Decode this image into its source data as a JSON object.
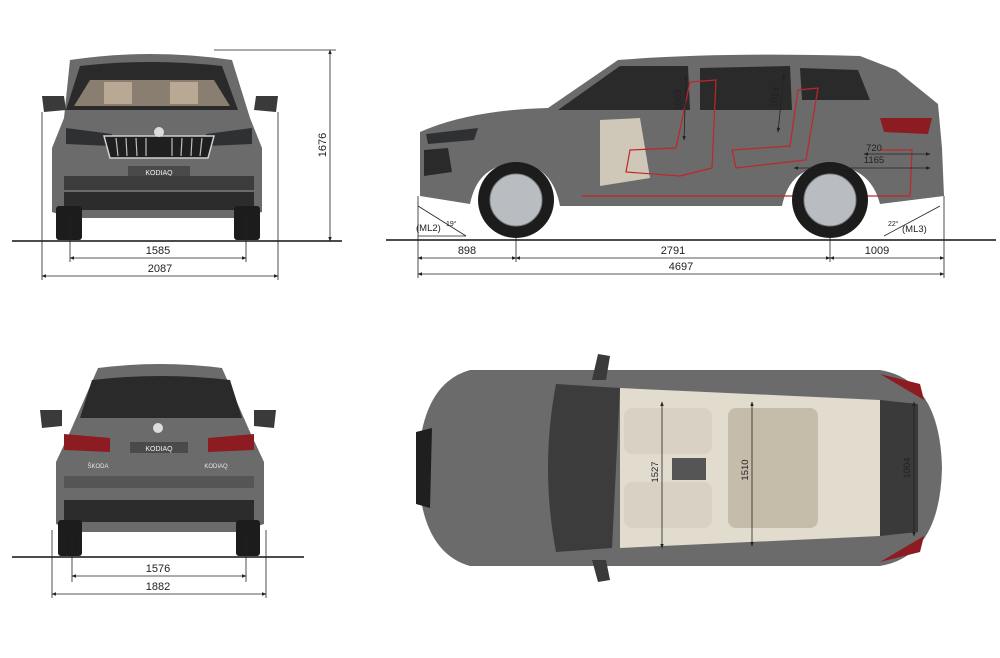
{
  "colors": {
    "body": "#6b6b6b",
    "interior_outline": "#c0262b",
    "lines": "#222222"
  },
  "front_view": {
    "badge": "KODIAQ",
    "track_front": "1585",
    "overall_width": "2087",
    "height": "1676"
  },
  "side_view": {
    "legroom_front": "1059",
    "legroom_rear": "1014",
    "luggage_min": "720",
    "luggage_max": "1165",
    "angle_front_label": "(ML2)",
    "angle_front_value": "19°",
    "angle_rear_label": "(ML3)",
    "angle_rear_value": "22°",
    "front_overhang": "898",
    "wheelbase": "2791",
    "rear_overhang": "1009",
    "length": "4697"
  },
  "rear_view": {
    "badge": "KODIAQ",
    "brand_left": "ŠKODA",
    "brand_right": "KODIAQ",
    "track_rear": "1576",
    "body_width": "1882"
  },
  "top_view": {
    "elbow_front": "1527",
    "elbow_rear": "1510",
    "boot_width": "1004"
  }
}
